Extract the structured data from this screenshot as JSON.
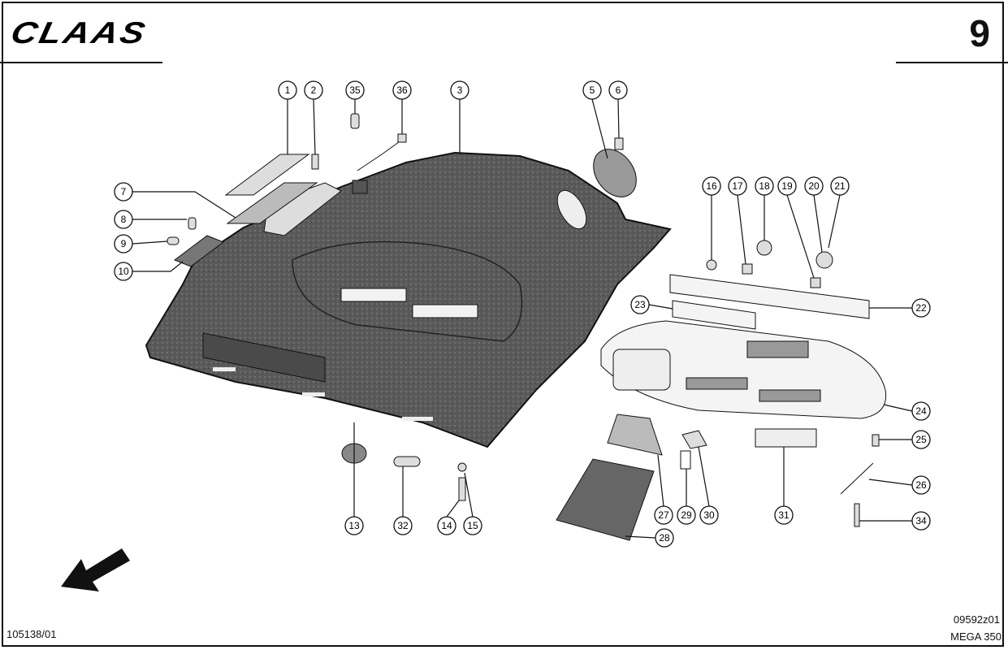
{
  "header": {
    "brand": "CLAAS",
    "page_number": "9"
  },
  "footer": {
    "doc_number": "105138/01",
    "drawing_number": "09592z01",
    "model": "MEGA 350"
  },
  "callouts": [
    "1",
    "2",
    "35",
    "36",
    "3",
    "5",
    "6",
    "7",
    "8",
    "9",
    "10",
    "16",
    "17",
    "18",
    "19",
    "20",
    "21",
    "23",
    "22",
    "24",
    "25",
    "26",
    "34",
    "13",
    "32",
    "14",
    "15",
    "27",
    "29",
    "30",
    "31",
    "28"
  ],
  "colors": {
    "ink": "#111111",
    "fill": "#555555",
    "panel": "#f4f4f4"
  }
}
